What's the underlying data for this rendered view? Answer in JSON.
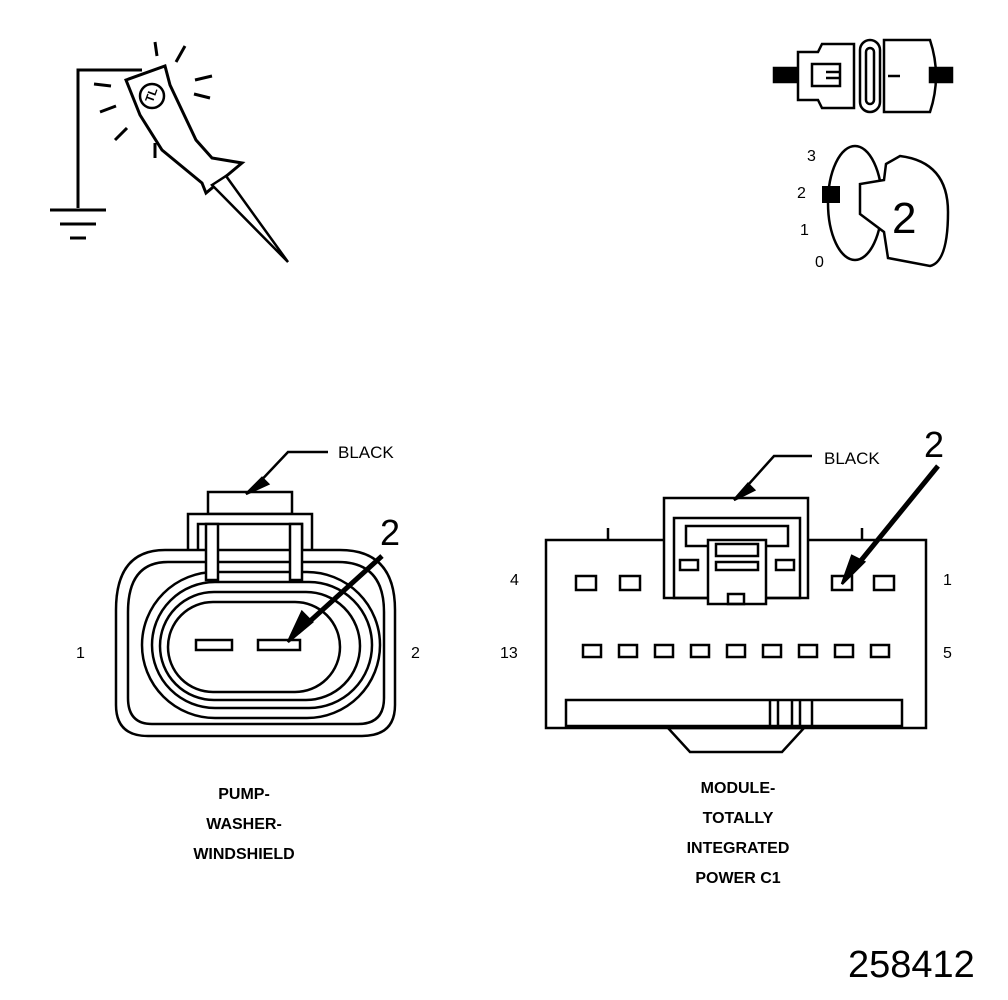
{
  "test_light_icon": {
    "glyph_text": "TL"
  },
  "key_switch": {
    "positions": [
      "3",
      "2",
      "1",
      "0"
    ],
    "key_number": "2"
  },
  "connectors": [
    {
      "color": "BLACK",
      "pin_left": "1",
      "pin_right": "2",
      "highlight_pin": "2",
      "caption_lines": [
        "PUMP-",
        "WASHER-",
        "WINDSHIELD"
      ]
    },
    {
      "color": "BLACK",
      "top_left_pin": "4",
      "top_right_pin": "1",
      "bottom_left_pin": "13",
      "bottom_right_pin": "5",
      "highlight_pin": "2",
      "caption_lines": [
        "MODULE-",
        "TOTALLY",
        "INTEGRATED",
        "POWER C1"
      ]
    }
  ],
  "figure_number": "258412"
}
